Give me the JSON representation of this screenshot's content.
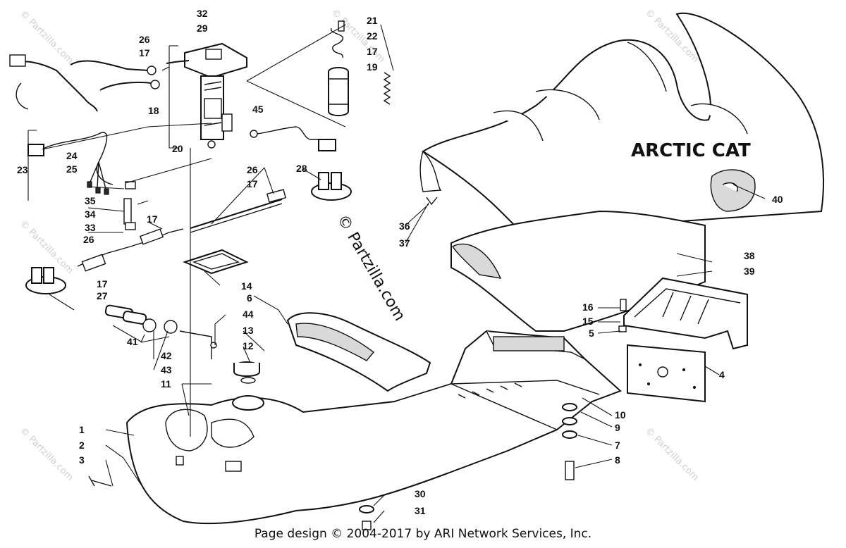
{
  "brand_text": "ARCTIC CAT",
  "watermark_center": "© Partzilla.com",
  "watermark_corner": "© Partzilla.com",
  "footer_text": "Page design © 2004-2017 by ARI Network Services, Inc.",
  "callouts": {
    "c1": "1",
    "c2": "2",
    "c3": "3",
    "c4": "4",
    "c5": "5",
    "c6": "6",
    "c7": "7",
    "c8": "8",
    "c9": "9",
    "c10": "10",
    "c11": "11",
    "c12": "12",
    "c13": "13",
    "c14": "14",
    "c15": "15",
    "c16": "16",
    "c17a": "17",
    "c17b": "17",
    "c17c": "17",
    "c17d": "17",
    "c17e": "17",
    "c18": "18",
    "c19": "19",
    "c20": "20",
    "c21": "21",
    "c22": "22",
    "c23": "23",
    "c24": "24",
    "c25": "25",
    "c26a": "26",
    "c26b": "26",
    "c26c": "26",
    "c27": "27",
    "c28": "28",
    "c29": "29",
    "c30": "30",
    "c31": "31",
    "c32": "32",
    "c33": "33",
    "c34": "34",
    "c35": "35",
    "c36": "36",
    "c37": "37",
    "c38": "38",
    "c39": "39",
    "c40": "40",
    "c41": "41",
    "c42": "42",
    "c43": "43",
    "c44": "44",
    "c45": "45"
  }
}
